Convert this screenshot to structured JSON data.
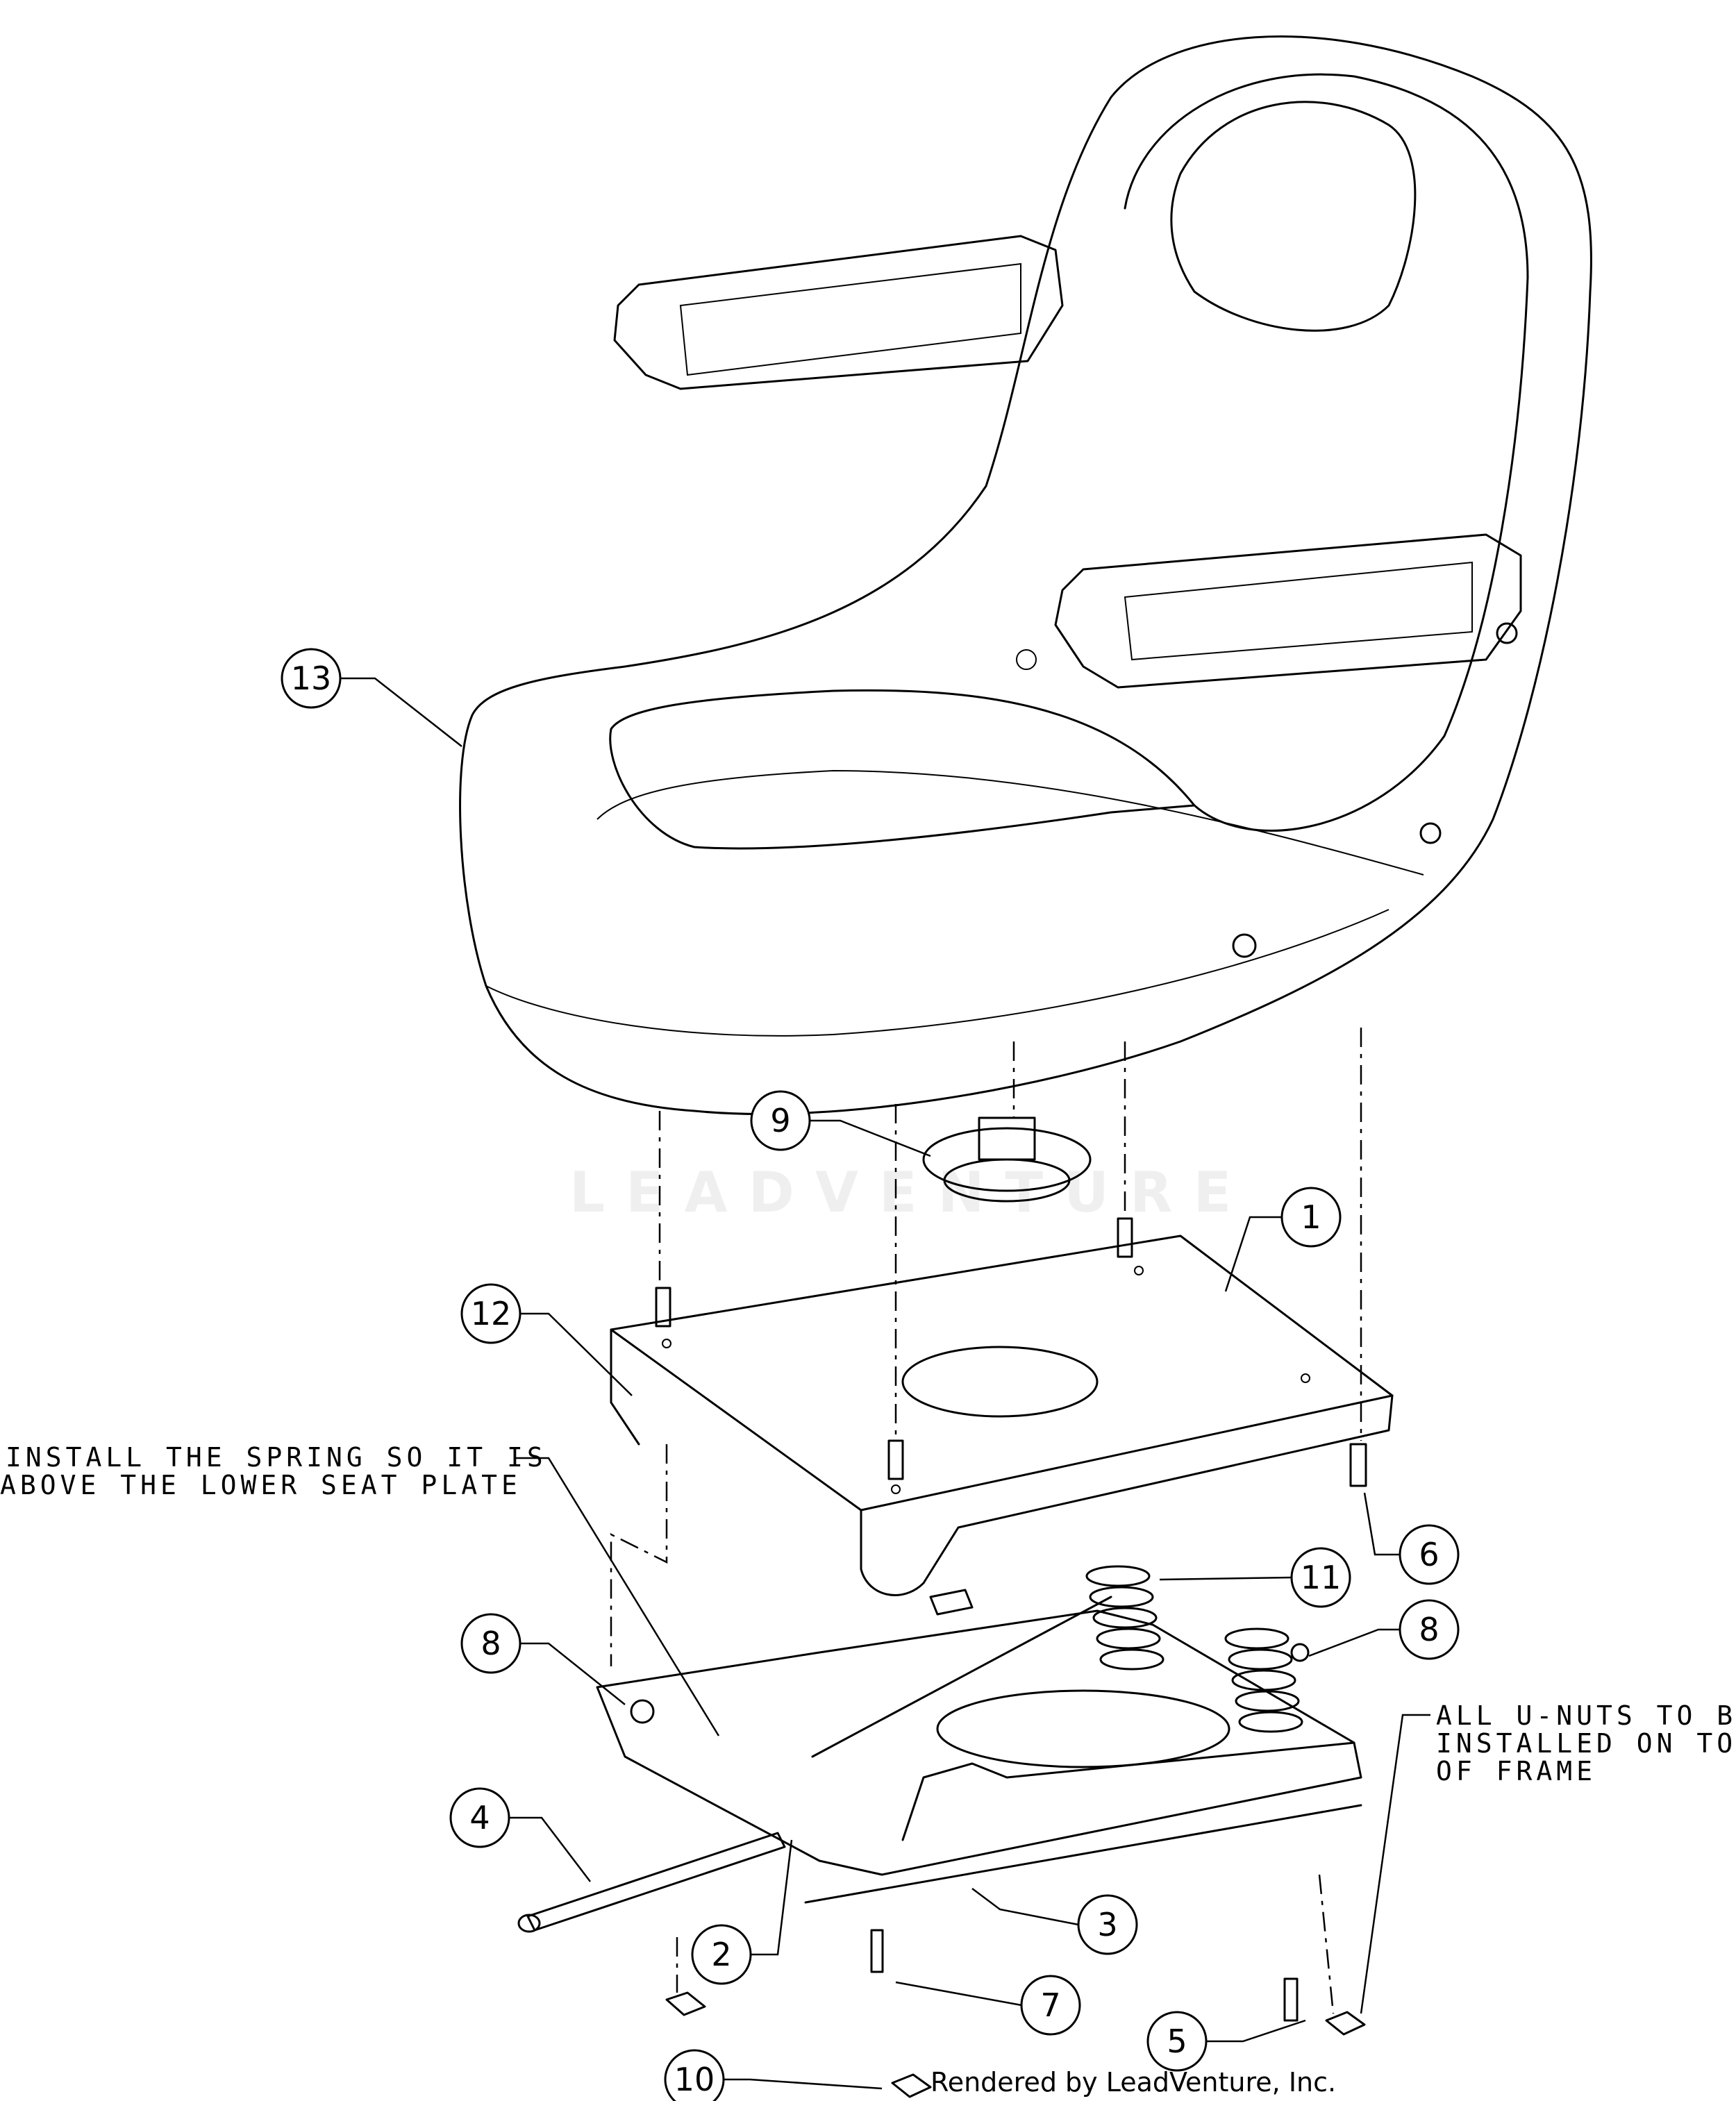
{
  "diagram": {
    "watermark": "LEADVENTURE",
    "callouts": [
      {
        "id": "callout-13",
        "label": "13"
      },
      {
        "id": "callout-9",
        "label": "9"
      },
      {
        "id": "callout-1",
        "label": "1"
      },
      {
        "id": "callout-12",
        "label": "12"
      },
      {
        "id": "callout-6",
        "label": "6"
      },
      {
        "id": "callout-11",
        "label": "11"
      },
      {
        "id": "callout-8-left",
        "label": "8"
      },
      {
        "id": "callout-8-right",
        "label": "8"
      },
      {
        "id": "callout-4",
        "label": "4"
      },
      {
        "id": "callout-5",
        "label": "5"
      },
      {
        "id": "callout-3",
        "label": "3"
      },
      {
        "id": "callout-2",
        "label": "2"
      },
      {
        "id": "callout-7",
        "label": "7"
      },
      {
        "id": "callout-10",
        "label": "10"
      }
    ],
    "notes": {
      "spring": [
        "INSTALL THE SPRING SO IT IS",
        "ABOVE THE LOWER SEAT PLATE"
      ],
      "unuts": [
        "ALL U-NUTS TO BE",
        "INSTALLED ON TOP",
        "OF FRAME"
      ]
    },
    "credit": "Rendered by LeadVenture, Inc."
  }
}
